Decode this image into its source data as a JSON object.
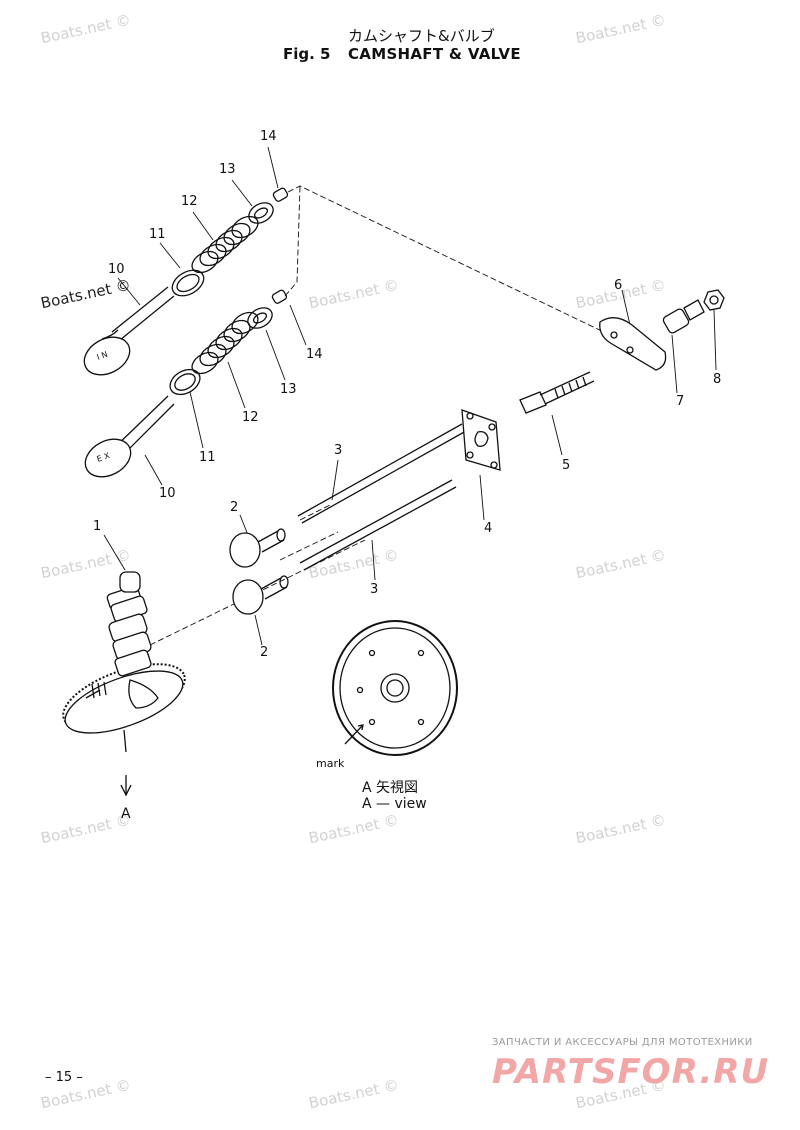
{
  "header": {
    "title_jp": "カムシャフト&バルブ",
    "fig_no": "Fig. 5",
    "fig_title": "CAMSHAFT & VALVE"
  },
  "watermark": "Boats.net ©",
  "part_numbers": {
    "p1": "1",
    "p2a": "2",
    "p2b": "2",
    "p3a": "3",
    "p3b": "3",
    "p4": "4",
    "p5": "5",
    "p6": "6",
    "p7": "7",
    "p8": "8",
    "p10": "10",
    "p11a": "11",
    "p11b": "11",
    "p12a": "12",
    "p12b": "12",
    "p13a": "13",
    "p13b": "13",
    "p14a": "14",
    "p14b": "14"
  },
  "labels": {
    "valve_in": "I N",
    "valve_ex": "E X",
    "mark": "mark",
    "view_arrow": "A",
    "view_jp": "A 矢視図",
    "view_en": "A — view"
  },
  "footer": {
    "page": "– 15 –",
    "ad_text": "ЗАПЧАСТИ И АКСЕССУАРЫ ДЛЯ МОТОТЕХНИКИ",
    "ad_logo": "PARTSFOR.RU"
  }
}
